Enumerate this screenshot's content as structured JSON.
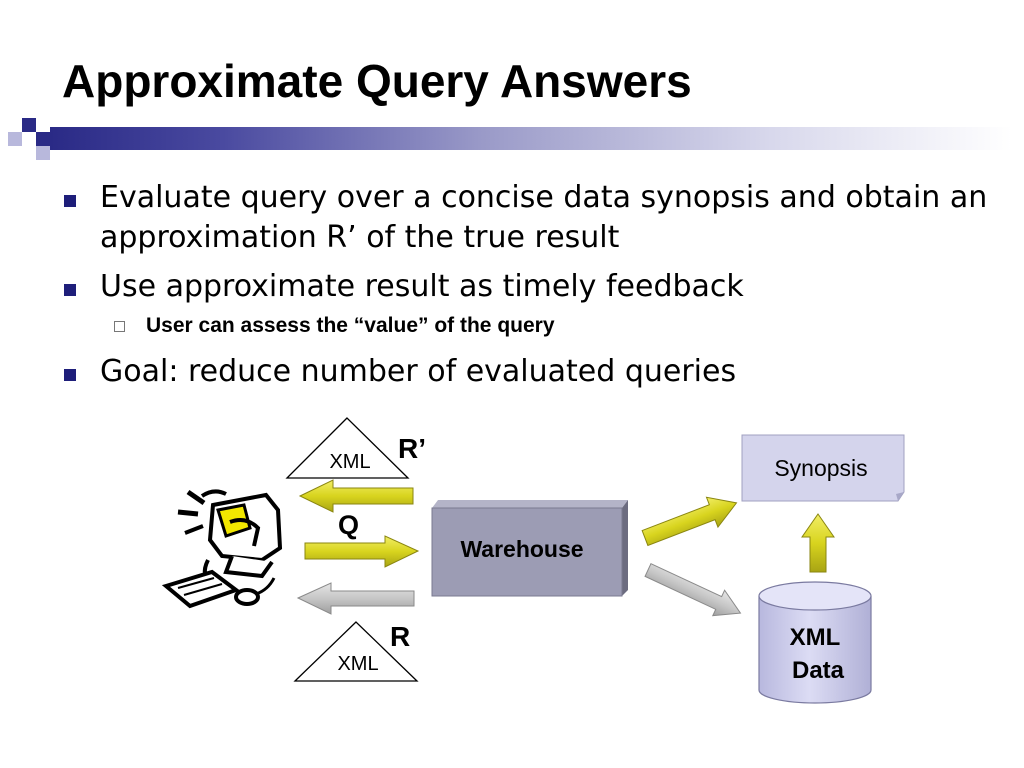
{
  "slide": {
    "title": "Approximate Query Answers",
    "bullets": [
      {
        "text": "Evaluate query over a concise data synopsis and obtain an approximation R’ of the true result"
      },
      {
        "text": "Use approximate result as timely feedback",
        "sub": [
          "User can assess the “value” of the query"
        ]
      },
      {
        "text": "Goal: reduce number of evaluated queries"
      }
    ]
  },
  "diagram": {
    "xml_top_label": "XML",
    "xml_bottom_label": "XML",
    "r_prime_label": "R’",
    "q_label": "Q",
    "r_label": "R",
    "warehouse_label": "Warehouse",
    "synopsis_label": "Synopsis",
    "xml_data_line1": "XML",
    "xml_data_line2": "Data",
    "user_icon": "computer-user-icon"
  },
  "colors": {
    "bullet": "#1e1e7a",
    "arrow_yellow": "#d6d21c",
    "arrow_gray": "#c8c8c8",
    "warehouse_fill": "#9c9cb4",
    "synopsis_fill": "#d4d4ec",
    "cylinder_fill": "#d0d0ec"
  }
}
